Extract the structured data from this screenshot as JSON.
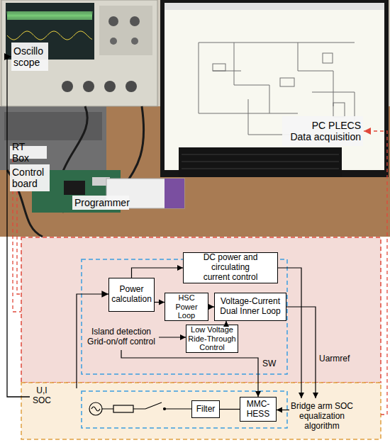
{
  "diagram": {
    "nodes": [
      {
        "text": [
          "Oscillo scope"
        ]
      },
      {
        "text": [
          "RT Box"
        ]
      },
      {
        "text": [
          "Control board"
        ]
      },
      {
        "text": [
          "Programmer"
        ]
      },
      {
        "text": [
          "PC PLECS",
          "Data acquisition"
        ]
      },
      {
        "text": [
          "Power calculation"
        ]
      },
      {
        "text": [
          "DC power and circulating current control"
        ]
      },
      {
        "text": [
          "HSC Power Loop"
        ]
      },
      {
        "text": [
          "Voltage-Current Dual Inner Loop"
        ]
      },
      {
        "text": [
          "Island detection Grid-on/off control"
        ]
      },
      {
        "text": [
          "Low Voltage Ride-Through Control"
        ]
      },
      {
        "text": [
          "Filter"
        ]
      },
      {
        "text": [
          "MMC-HESS"
        ]
      },
      {
        "text": [
          "Bridge arm SOC equalization algorithm"
        ]
      }
    ],
    "edges": [
      {
        "from": 5,
        "to": 6,
        "arrow": "to"
      },
      {
        "from": 5,
        "to": 7,
        "arrow": "to"
      },
      {
        "from": 7,
        "to": 8,
        "arrow": "to"
      },
      {
        "from": 9,
        "to": 10,
        "arrow": "to"
      },
      {
        "from": 10,
        "to": 8,
        "arrow": "to"
      },
      {
        "from": 6,
        "to": 13,
        "arrow": "to"
      },
      {
        "from": 8,
        "to": 13,
        "label": "Uarmref",
        "arrow": "to"
      },
      {
        "from": 9,
        "to": 12,
        "label": "SW",
        "arrow": "to"
      },
      {
        "from": 13,
        "to": 12,
        "arrow": "to"
      },
      {
        "from": 11,
        "to": 12,
        "arrow": "none"
      }
    ],
    "labels": [
      "U,I SOC"
    ]
  }
}
